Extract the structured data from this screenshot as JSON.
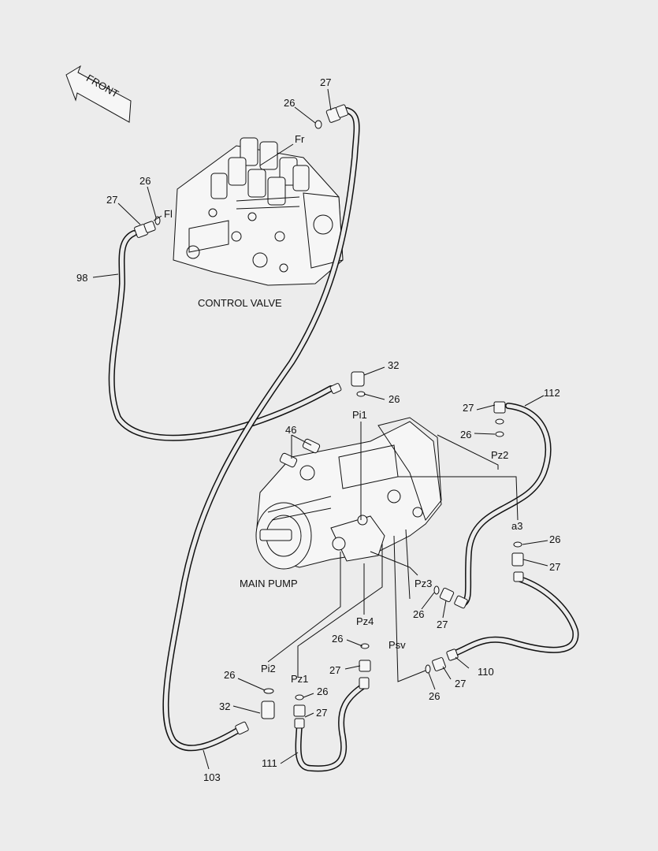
{
  "direction_arrow": {
    "label": "FRONT"
  },
  "components": {
    "control_valve": "CONTROL VALVE",
    "main_pump": "MAIN PUMP"
  },
  "ports": {
    "fr": "Fr",
    "fl": "Fl",
    "pi1": "Pi1",
    "pi2": "Pi2",
    "pz1": "Pz1",
    "pz2": "Pz2",
    "pz3": "Pz3",
    "pz4": "Pz4",
    "psv": "Psv",
    "a3": "a3"
  },
  "callouts": {
    "c27_top": "27",
    "c26_top": "26",
    "c27_fl": "27",
    "c26_fl": "26",
    "c98": "98",
    "c32_top": "32",
    "c26_pi1": "26",
    "c46": "46",
    "c27_pz2": "27",
    "c26_pz2": "26",
    "c112": "112",
    "c26_a3": "26",
    "c27_a3": "27",
    "c26_pz3": "26",
    "c27_pz3": "27",
    "c26_pz4": "26",
    "c27_pz4": "27",
    "c27_psv": "27",
    "c26_psv": "26",
    "c110": "110",
    "c26_pi2": "26",
    "c32_pi2": "32",
    "c103": "103",
    "c26_pz1": "26",
    "c27_pz1": "27",
    "c111": "111"
  }
}
